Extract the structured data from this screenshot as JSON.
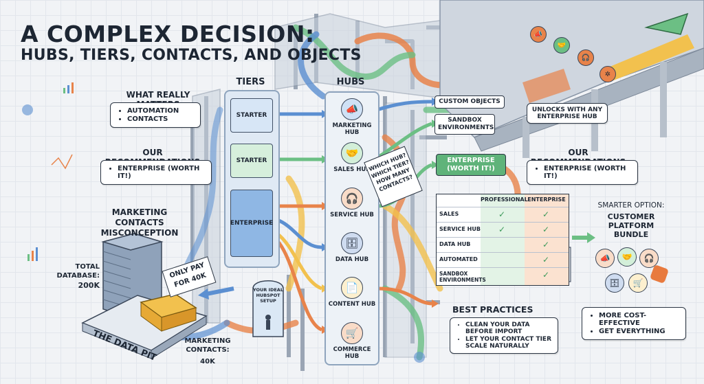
{
  "title": {
    "line1": "A COMPLEX DECISION:",
    "line2": "HUBS, TIERS, CONTACTS, AND OBJECTS"
  },
  "what_matters": {
    "heading": "WHAT REALLY MATTERS",
    "items": [
      "AUTOMATION",
      "CONTACTS"
    ]
  },
  "recommendations_left": {
    "heading": "OUR RECOMMENDATIONS",
    "item": "ENTERPRISE (WORTH IT!)"
  },
  "misconception": {
    "heading_line1": "MARKETING CONTACTS",
    "heading_line2": "MISCONCEPTION"
  },
  "database": {
    "total_label": "TOTAL DATABASE:",
    "total_value": "200K",
    "pit_label": "THE DATA PIT",
    "sign_line1": "ONLY PAY",
    "sign_line2": "FOR 40K",
    "marketing_label": "MARKETING CONTACTS:",
    "marketing_value": "40K"
  },
  "ideal_setup": {
    "line1": "YOUR IDEAL",
    "line2": "HUBSPOT SETUP"
  },
  "tiers": {
    "heading": "TIERS",
    "items": [
      "STARTER",
      "STARTER",
      "ENTERPRISE"
    ]
  },
  "hubs": {
    "heading": "HUBS",
    "items": [
      {
        "label": "MARKETING HUB",
        "icon": "megaphone-icon"
      },
      {
        "label": "SALES HUB",
        "icon": "handshake-icon"
      },
      {
        "label": "SERVICE HUB",
        "icon": "headset-icon"
      },
      {
        "label": "DATA HUB",
        "icon": "database-icon"
      },
      {
        "label": "CONTENT HUB",
        "icon": "document-icon"
      },
      {
        "label": "COMMERCE HUB",
        "icon": "cart-icon"
      }
    ]
  },
  "questions": {
    "line1": "WHICH HUB?",
    "line2": "WHICH TIER?",
    "line3": "HOW MANY",
    "line4": "CONTACTS?"
  },
  "objects": {
    "custom_objects": "CUSTOM OBJECTS",
    "sandbox": "SANDBOX ENVIRONMENTS",
    "enterprise": "ENTERPRISE (WORTH IT!)",
    "unlocks": "UNLOCKS WITH ANY ENTERPRISE HUB"
  },
  "recommendations_right": {
    "heading": "OUR RECOMMENDATIONS",
    "item": "ENTERPRISE (WORTH IT!)"
  },
  "comparison": {
    "col_professional": "PROFESSIONAL",
    "col_enterprise": "ENTERPRISE",
    "rows": [
      "SALES",
      "SERVICE HUB",
      "DATA HUB",
      "AUTOMATED",
      "SANDBOX ENVIRONMENTS"
    ],
    "check": "✓"
  },
  "bundle": {
    "smarter": "SMARTER OPTION:",
    "line1": "CUSTOMER",
    "line2": "PLATFORM",
    "line3": "BUNDLE",
    "benefits": [
      "MORE COST-EFFECTIVE",
      "GET EVERYTHING"
    ]
  },
  "best_practices": {
    "heading": "BEST PRACTICES",
    "items": [
      "CLEAN YOUR DATA BEFORE IMPORT",
      "LET YOUR CONTACT TIER SCALE NATURALLY"
    ]
  },
  "colors": {
    "accent_blue": "#5b8fd1",
    "accent_green": "#6cbf84",
    "accent_orange": "#e8834a",
    "accent_yellow": "#f2c14e",
    "hub_orange": "#e87a3e"
  }
}
